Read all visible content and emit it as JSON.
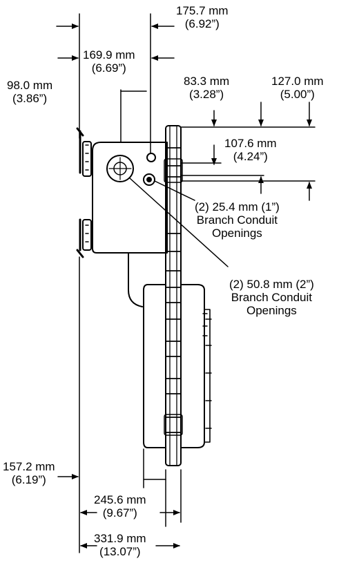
{
  "dimensions": {
    "d175": {
      "mm": "175.7 mm",
      "in": "(6.92”)"
    },
    "d169": {
      "mm": "169.9 mm",
      "in": "(6.69”)"
    },
    "d98": {
      "mm": "98.0 mm",
      "in": "(3.86”)"
    },
    "d83": {
      "mm": "83.3 mm",
      "in": "(3.28”)"
    },
    "d127": {
      "mm": "127.0 mm",
      "in": "(5.00”)"
    },
    "d107": {
      "mm": "107.6 mm",
      "in": "(4.24”)"
    },
    "d157": {
      "mm": "157.2 mm",
      "in": "(6.19”)"
    },
    "d245": {
      "mm": "245.6 mm",
      "in": "(9.67”)"
    },
    "d331": {
      "mm": "331.9 mm",
      "in": "(13.07”)"
    }
  },
  "callouts": {
    "small_conduit": {
      "line1": "(2) 25.4 mm (1”)",
      "line2": "Branch Conduit",
      "line3": "Openings"
    },
    "large_conduit": {
      "line1": "(2) 50.8 mm (2”)",
      "line2": "Branch Conduit",
      "line3": "Openings"
    }
  }
}
